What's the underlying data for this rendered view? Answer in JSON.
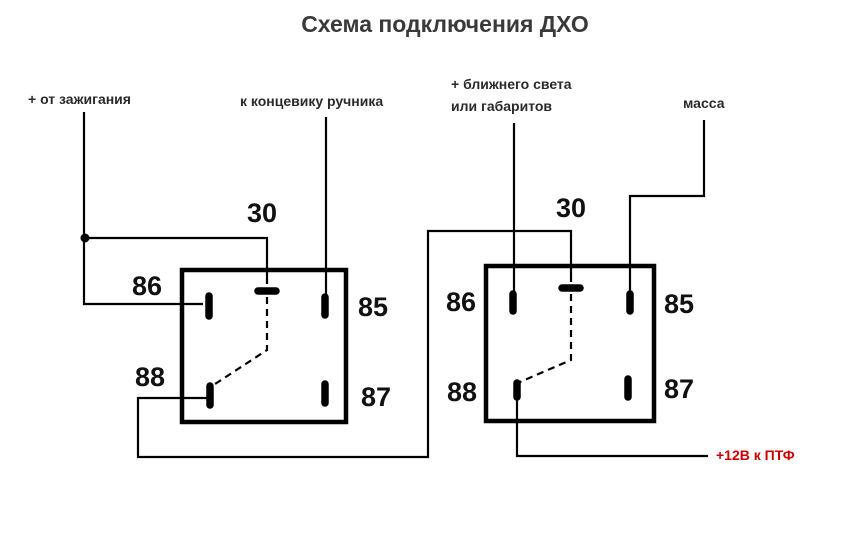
{
  "title": "Схема подключения ДХО",
  "relay_left": {
    "pin_30": "30",
    "pin_85": "85",
    "pin_86": "86",
    "pin_87": "87",
    "pin_88": "88"
  },
  "relay_right": {
    "pin_30": "30",
    "pin_85": "85",
    "pin_86": "86",
    "pin_87": "87",
    "pin_88": "88"
  },
  "labels": {
    "ignition": "+ от зажигания",
    "handbrake": "к концевику ручника",
    "lights_line1": "+ ближнего света",
    "lights_line2": "или габаритов",
    "ground": "масса",
    "output": "+12В к ПТФ"
  },
  "colors": {
    "output_label": "#cc0000",
    "line": "#000000"
  }
}
